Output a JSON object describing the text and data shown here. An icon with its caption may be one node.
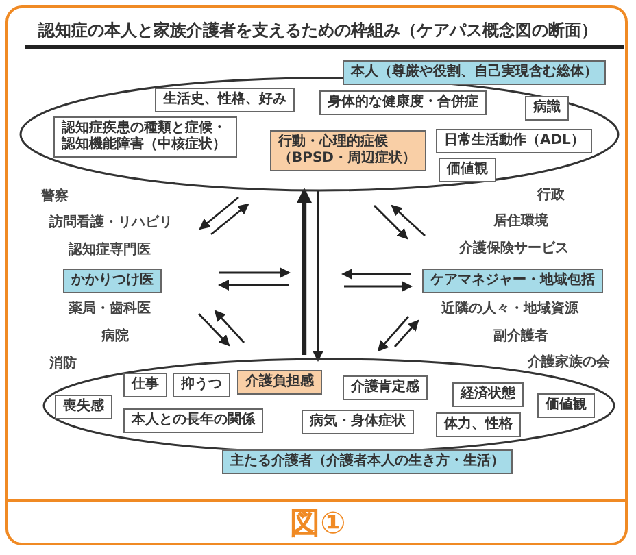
{
  "diagram": {
    "title": "認知症の本人と家族介護者を支えるための枠組み（ケアパス概念図の断面）",
    "caption": "図①",
    "nodes": [
      {
        "text": [],
        "shape": "ellipse"
      },
      {
        "text": [
          "本人（尊厳や役割、自己実現含む総体）"
        ]
      },
      {
        "text": [
          "生活史、性格、好み"
        ],
        "in": 0
      },
      {
        "text": [
          "身体的な健康度・合併症"
        ],
        "in": 0
      },
      {
        "text": [
          "病識"
        ],
        "in": 0
      },
      {
        "text": [
          "認知症疾患の種類と症候・認知機能障害（中核症状）"
        ],
        "in": 0
      },
      {
        "text": [
          "行動・心理的症候（BPSD・周辺症状）"
        ],
        "in": 0
      },
      {
        "text": [
          "日常生活動作（ADL）"
        ],
        "in": 0
      },
      {
        "text": [
          "価値観"
        ],
        "in": 0
      },
      {
        "text": [
          "かかりつけ医"
        ]
      },
      {
        "text": [
          "ケアマネジャー・地域包括"
        ]
      },
      {
        "text": [],
        "shape": "ellipse"
      },
      {
        "text": [
          "喪失感"
        ],
        "in": 11
      },
      {
        "text": [
          "仕事"
        ],
        "in": 11
      },
      {
        "text": [
          "抑うつ"
        ],
        "in": 11
      },
      {
        "text": [
          "介護負担感"
        ],
        "in": 11
      },
      {
        "text": [
          "介護肯定感"
        ],
        "in": 11
      },
      {
        "text": [
          "経済状態"
        ],
        "in": 11
      },
      {
        "text": [
          "価値観"
        ],
        "in": 11
      },
      {
        "text": [
          "本人との長年の関係"
        ],
        "in": 11
      },
      {
        "text": [
          "病気・身体症状"
        ],
        "in": 11
      },
      {
        "text": [
          "体力、性格"
        ],
        "in": 11
      },
      {
        "text": [
          "主たる介護者（介護者本人の生き方・生活）"
        ]
      }
    ],
    "edges": [
      {
        "from": 11,
        "to": 0,
        "arrow": "to",
        "style": "thick"
      },
      {
        "from": 0,
        "to": 11,
        "arrow": "to"
      }
    ],
    "labels": [
      "警察",
      "行政",
      "訪問看護・リハビリ",
      "居住環境",
      "認知症専門医",
      "介護保険サービス",
      "薬局・歯科医",
      "近隣の人々・地域資源",
      "病院",
      "副介護者",
      "消防",
      "介護家族の会"
    ]
  }
}
